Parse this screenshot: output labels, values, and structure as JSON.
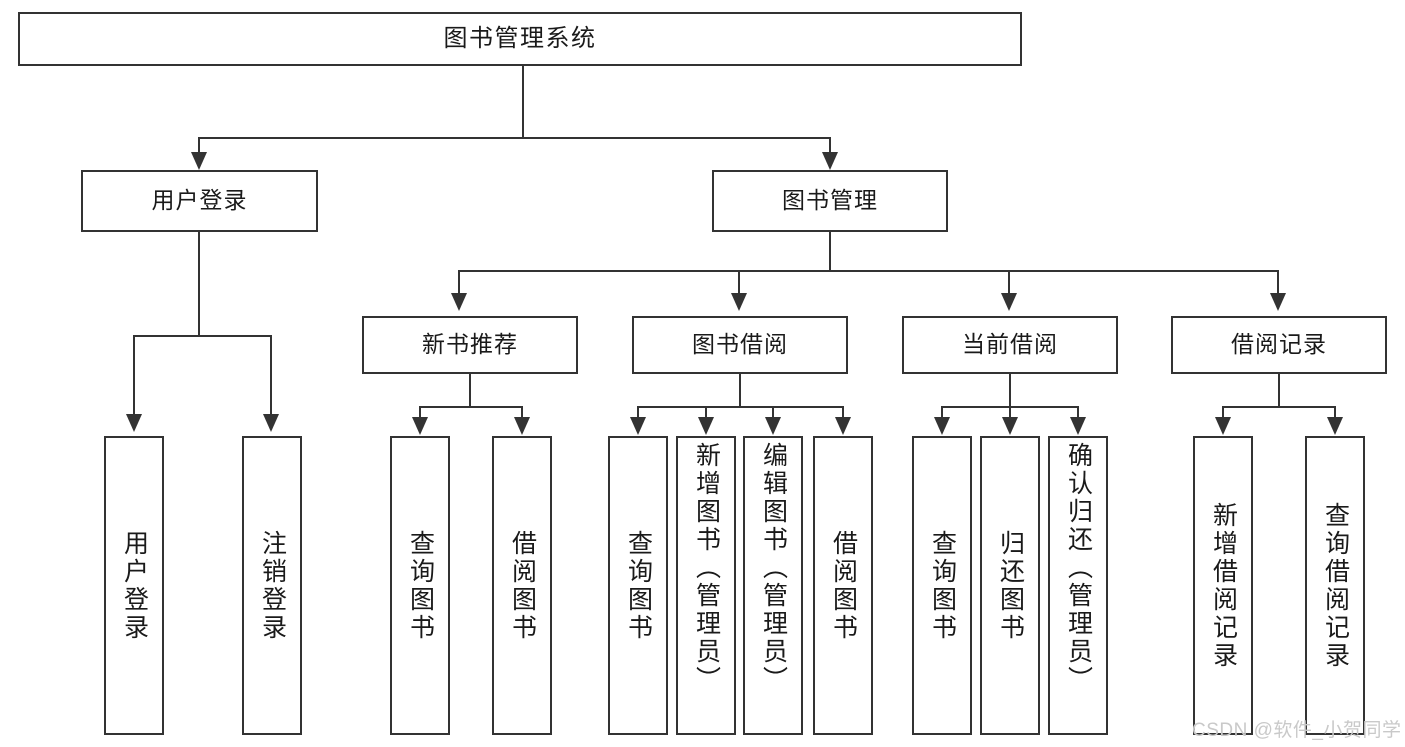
{
  "diagram": {
    "title_node": {
      "label": "图书管理系统"
    },
    "level2": [
      {
        "label": "用户登录"
      },
      {
        "label": "图书管理"
      }
    ],
    "level3": [
      {
        "label": "新书推荐"
      },
      {
        "label": "图书借阅"
      },
      {
        "label": "当前借阅"
      },
      {
        "label": "借阅记录"
      }
    ],
    "leaves": {
      "user_login": [
        {
          "label": "用户登录"
        },
        {
          "label": "注销登录"
        }
      ],
      "new_book_recommend": [
        {
          "label": "查询图书"
        },
        {
          "label": "借阅图书"
        }
      ],
      "book_borrow": [
        {
          "label": "查询图书"
        },
        {
          "label": "新增图书（管理员）"
        },
        {
          "label": "编辑图书（管理员）"
        },
        {
          "label": "借阅图书"
        }
      ],
      "current_borrow": [
        {
          "label": "查询图书"
        },
        {
          "label": "归还图书"
        },
        {
          "label": "确认归还（管理员）"
        }
      ],
      "borrow_record": [
        {
          "label": "新增借阅记录"
        },
        {
          "label": "查询借阅记录"
        }
      ]
    }
  },
  "watermark": {
    "text": "CSDN @软件_小贺同学"
  },
  "colors": {
    "stroke": "#333333",
    "text": "#1a1a1a",
    "background": "#ffffff",
    "watermark": "#c9c9c9"
  }
}
